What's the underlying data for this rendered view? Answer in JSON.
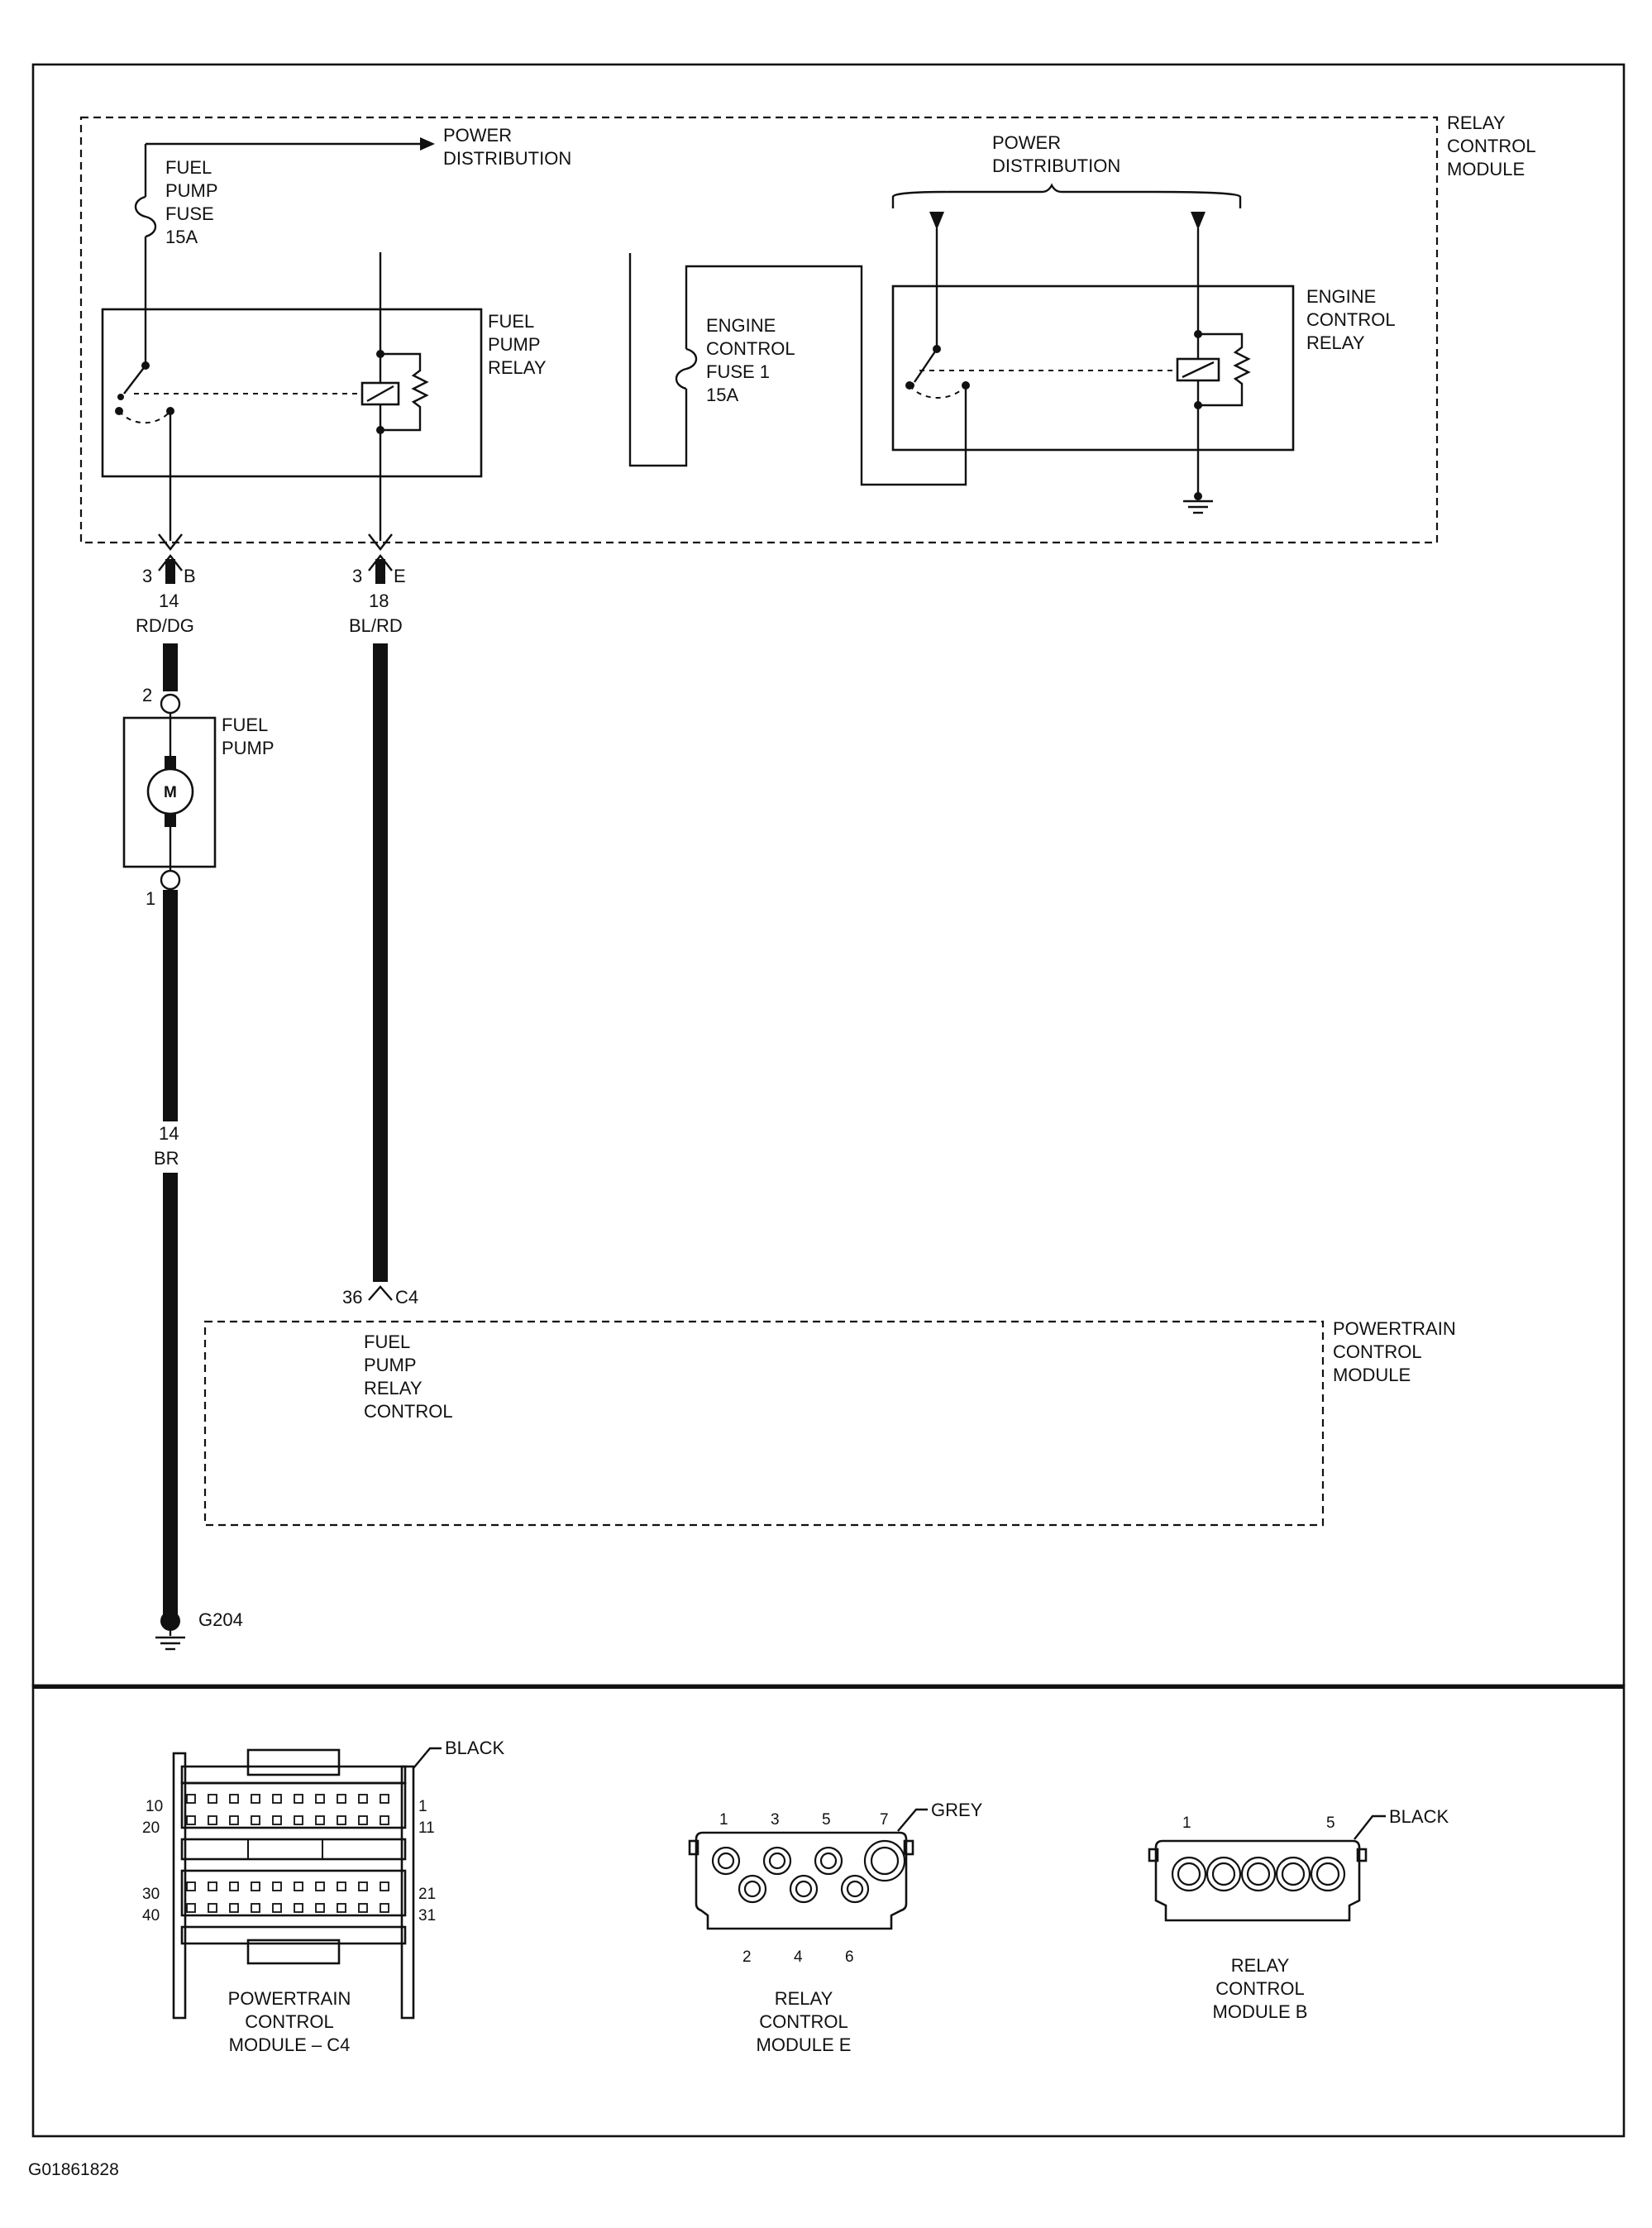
{
  "modules": {
    "relay_control": "RELAY\nCONTROL\nMODULE",
    "powertrain_control": "POWERTRAIN\nCONTROL\nMODULE"
  },
  "labels": {
    "power_distribution_left": "POWER\nDISTRIBUTION",
    "power_distribution_right": "POWER\nDISTRIBUTION",
    "fuel_pump_fuse": "FUEL\nPUMP\nFUSE\n15A",
    "fuel_pump_relay": "FUEL\nPUMP\nRELAY",
    "engine_control_fuse": "ENGINE\nCONTROL\nFUSE 1\n15A",
    "engine_control_relay": "ENGINE\nCONTROL\nRELAY",
    "fuel_pump": "FUEL\nPUMP",
    "motor": "M",
    "fuel_pump_relay_control": "FUEL\nPUMP\nRELAY\nCONTROL",
    "ground": "G204",
    "figure_id": "G01861828"
  },
  "wires": {
    "left_connector": {
      "pin": "3",
      "connector": "B",
      "gauge": "14",
      "color": "RD/DG"
    },
    "right_connector": {
      "pin": "3",
      "connector": "E",
      "gauge": "18",
      "color": "BL/RD"
    },
    "pump_pin_top": "2",
    "pump_pin_bottom": "1",
    "ground_wire": {
      "gauge": "14",
      "color": "BR"
    },
    "pcm_pin": {
      "pin": "36",
      "connector": "C4"
    }
  },
  "connectors": {
    "pcm_c4": {
      "caption": "POWERTRAIN\nCONTROL\nMODULE – C4",
      "color": "BLACK",
      "row1_left": "10",
      "row2_left": "20",
      "row1_right": "1",
      "row2_right": "11",
      "row3_left": "30",
      "row4_left": "40",
      "row3_right": "21",
      "row4_right": "31"
    },
    "rcm_e": {
      "caption": "RELAY\nCONTROL\nMODULE E",
      "color": "GREY",
      "top_pins": [
        "1",
        "3",
        "5",
        "7"
      ],
      "bottom_pins": [
        "2",
        "4",
        "6"
      ]
    },
    "rcm_b": {
      "caption": "RELAY\nCONTROL\nMODULE B",
      "color": "BLACK",
      "top_pins": [
        "1",
        "5"
      ]
    }
  }
}
